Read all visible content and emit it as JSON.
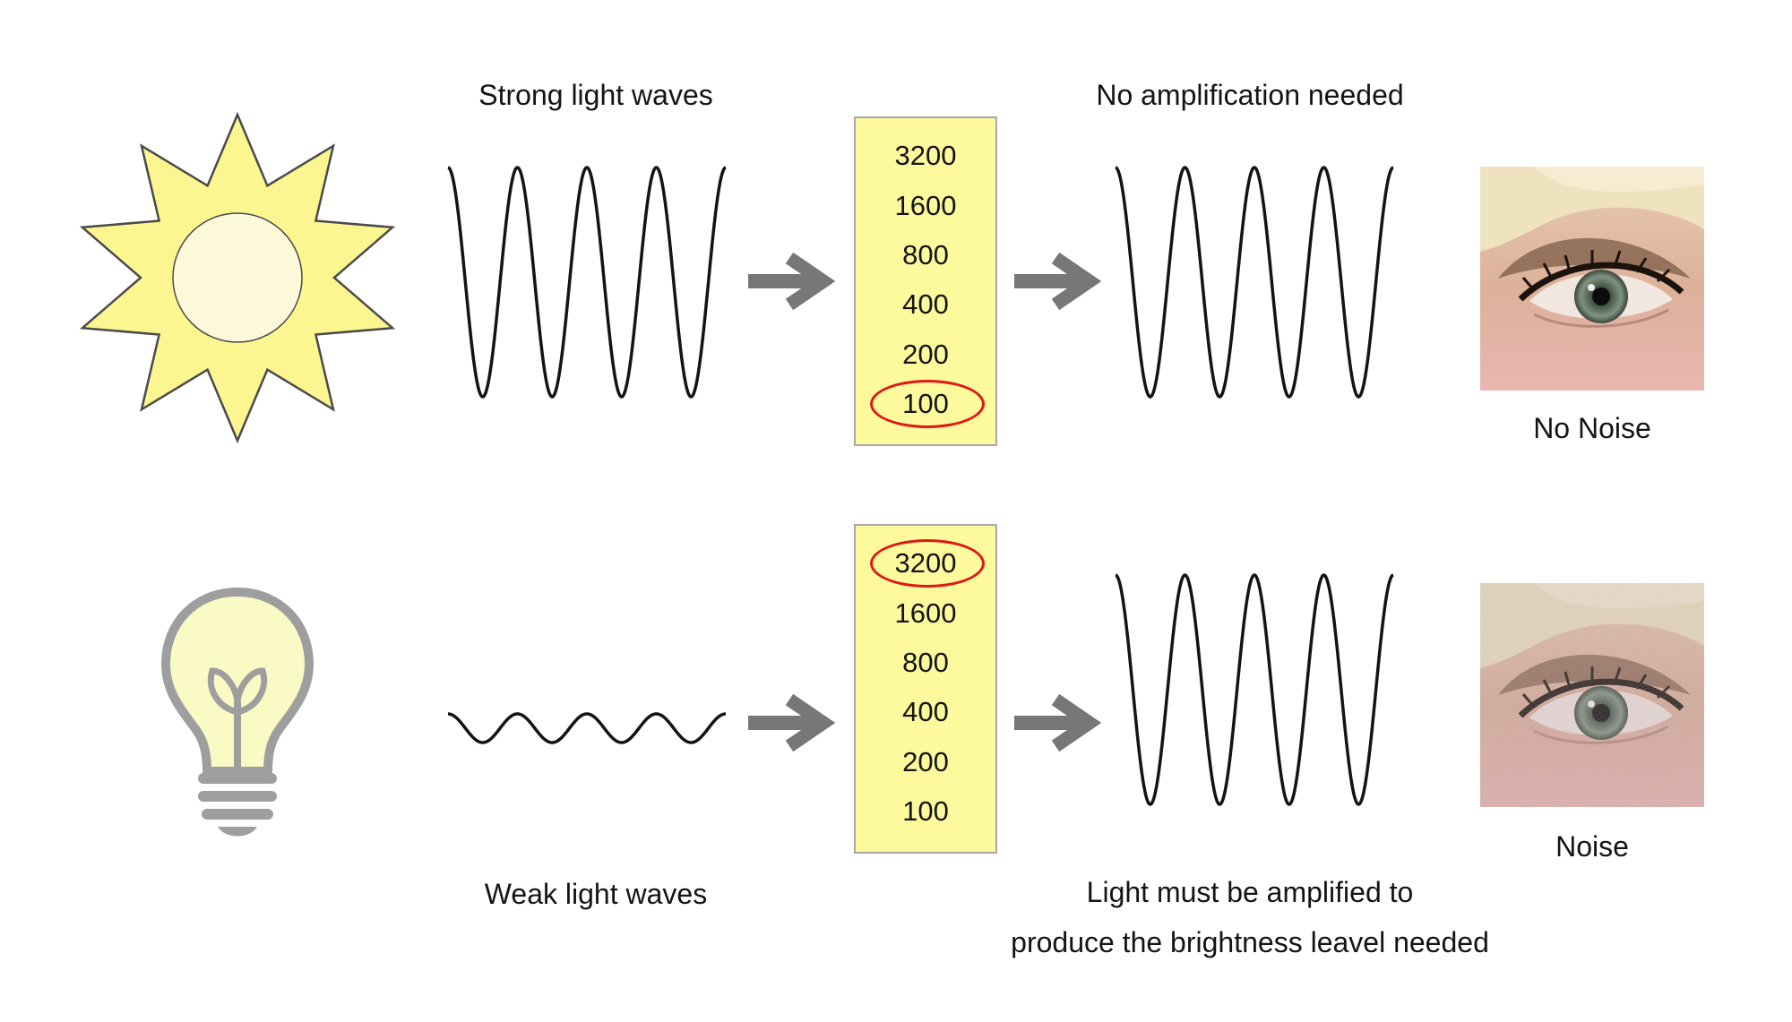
{
  "top_row": {
    "label_input": "Strong light waves",
    "label_output": "No amplification needed",
    "iso_values": [
      "3200",
      "1600",
      "800",
      "400",
      "200",
      "100"
    ],
    "selected_iso": "100",
    "result_label": "No Noise"
  },
  "bottom_row": {
    "label_input": "Weak light waves",
    "label_output_line1": "Light must be amplified to",
    "label_output_line2": "produce the brightness leavel needed",
    "iso_values": [
      "3200",
      "1600",
      "800",
      "400",
      "200",
      "100"
    ],
    "selected_iso": "3200",
    "result_label": "Noise"
  },
  "icons": {
    "top_source": "sun-icon",
    "bottom_source": "light-bulb-icon",
    "arrow": "arrow-right-icon"
  },
  "colors": {
    "sun_fill": "#fbf68f",
    "sun_core": "#fbf9d9",
    "iso_box_fill": "#fdfa9d",
    "highlight_ring": "#e01717",
    "arrow": "#777777",
    "bulb_stroke": "#9e9e9e",
    "bulb_glow": "#fafac4"
  }
}
